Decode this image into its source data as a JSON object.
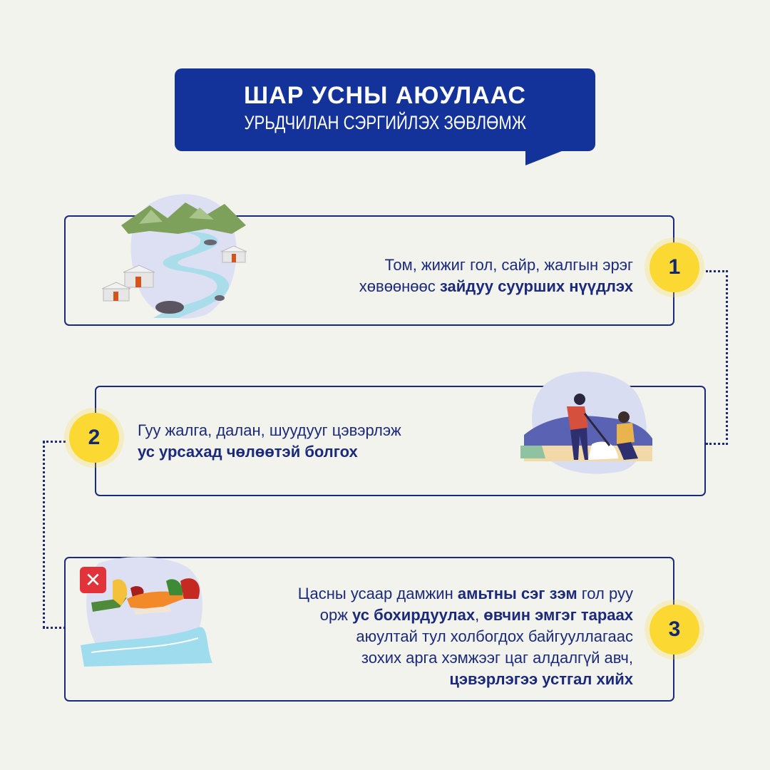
{
  "header": {
    "title_line1": "ШАР УСНЫ АЮУЛААС",
    "title_line2": "УРЬДЧИЛАН СЭРГИЙЛЭХ ЗӨВЛӨМЖ"
  },
  "colors": {
    "background": "#f3f3ee",
    "primary_blue": "#14339a",
    "text_navy": "#1b2a7a",
    "badge_yellow": "#fcd932",
    "warning_red": "#e2323a"
  },
  "tips": [
    {
      "number": "1",
      "illustration": "river-yurts-mountains",
      "text_plain_1": "Том, жижиг гол, сайр, жалгын эрэг",
      "text_plain_2": "хөвөөнөөс ",
      "text_bold_1": "зайдуу суурших нүүдлэх"
    },
    {
      "number": "2",
      "illustration": "people-cleaning-trash",
      "text_plain_1": "Гуу жалга, далан, шуудууг цэвэрлэж",
      "text_bold_1": "ус урсахад чөлөөтэй болгох"
    },
    {
      "number": "3",
      "illustration": "waste-near-river",
      "warning_icon": "red-x-icon",
      "text_plain_1": "Цасны усаар дамжин ",
      "text_bold_1": "амьтны сэг зэм",
      "text_plain_2": " гол руу",
      "text_plain_3": "орж ",
      "text_bold_2": "ус бохирдуулах",
      "text_plain_4": ", ",
      "text_bold_3": "өвчин эмгэг тараах",
      "text_plain_5": "аюултай тул холбогдох байгууллагаас",
      "text_plain_6": "зохих арга хэмжээг цаг алдалгүй авч,",
      "text_bold_4": "цэвэрлэгээ устгал хийх"
    }
  ]
}
